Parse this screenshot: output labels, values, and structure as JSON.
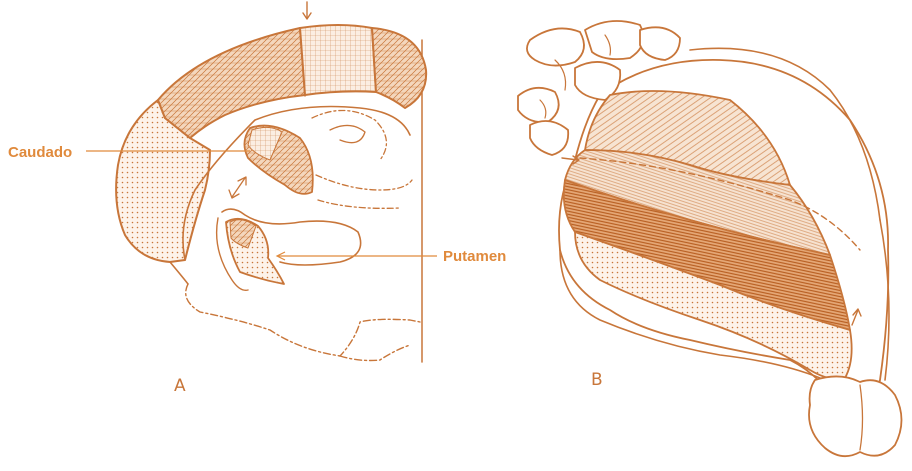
{
  "labels": {
    "caudado": "Caudado",
    "putamen": "Putamen",
    "panel_a": "A",
    "panel_b": "B"
  },
  "colors": {
    "ink": "#c8763a",
    "label": "#e08a3c",
    "fill_dark": "#d9a47a",
    "fill_medium": "#e6bc98",
    "fill_light": "#f3dcc6",
    "fill_dots": "#f6e6d8"
  }
}
